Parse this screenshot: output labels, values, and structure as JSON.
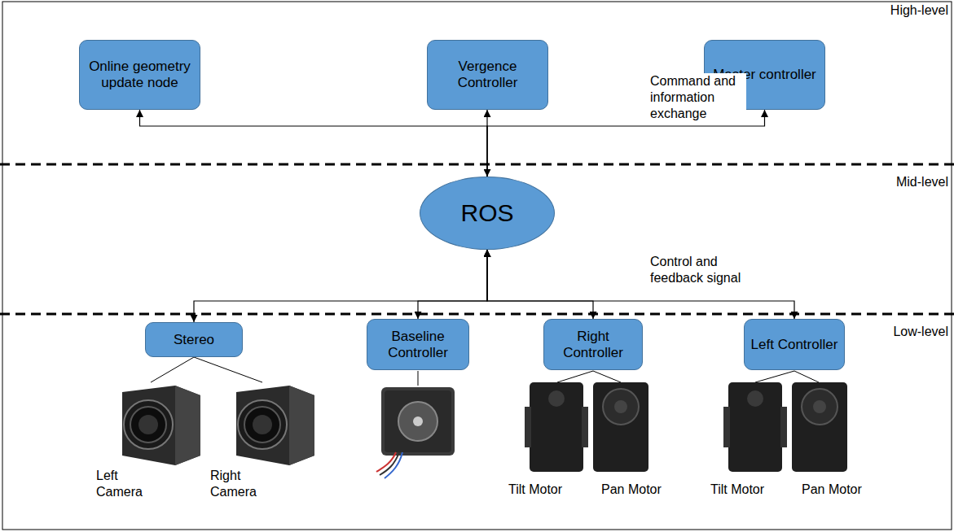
{
  "diagram": {
    "nodes": [
      {
        "text": [
          "Online geometry update node"
        ]
      },
      {
        "text": [
          "Vergence Controller"
        ]
      },
      {
        "text": [
          "Master controller"
        ]
      },
      {
        "text": [
          "ROS"
        ]
      },
      {
        "text": [
          "Stereo"
        ]
      },
      {
        "text": [
          "Baseline Controller"
        ]
      },
      {
        "text": [
          "Right Controller"
        ]
      },
      {
        "text": [
          "Left Controller"
        ]
      }
    ],
    "edges": [
      {
        "from": 3,
        "to": 1,
        "arrow": "both"
      },
      {
        "from": 3,
        "to": 0,
        "arrow": "to"
      },
      {
        "from": 3,
        "to": 2,
        "arrow": "to"
      },
      {
        "from": 3,
        "to": 4,
        "arrow": "both"
      },
      {
        "from": 3,
        "to": 5,
        "arrow": "both"
      },
      {
        "from": 3,
        "to": 6,
        "arrow": "both"
      },
      {
        "from": 3,
        "to": 7,
        "arrow": "both"
      }
    ],
    "labels": [
      "High-level",
      "Mid-level",
      "Low-level",
      "Command and information exchange",
      "Control and feedback signal",
      "Left Camera",
      "Right Camera",
      "Tilt Motor",
      "Pan Motor",
      "Tilt Motor",
      "Pan Motor"
    ]
  }
}
